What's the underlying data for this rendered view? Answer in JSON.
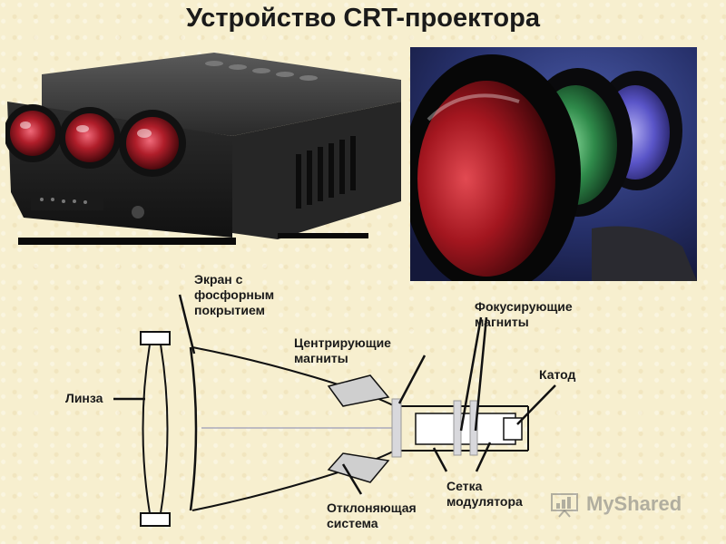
{
  "title": "Устройство CRT-проектора",
  "labels": {
    "screen": [
      "Экран с",
      "фосфорным",
      "покрытием"
    ],
    "centering_magnets": [
      "Центрирующие",
      "магниты"
    ],
    "focusing_magnets": [
      "Фокусирующие",
      "магниты"
    ],
    "cathode": "Катод",
    "lens": "Линза",
    "deflection_system": [
      "Отклоняющая",
      "система"
    ],
    "modulator_grid": [
      "Сетка",
      "модулятора"
    ]
  },
  "watermark": "MyShared",
  "colors": {
    "background": "#f7efcf",
    "lens_red": "#b01e2a",
    "lens_green": "#2f8a4a",
    "lens_blue": "#5a55c8"
  }
}
